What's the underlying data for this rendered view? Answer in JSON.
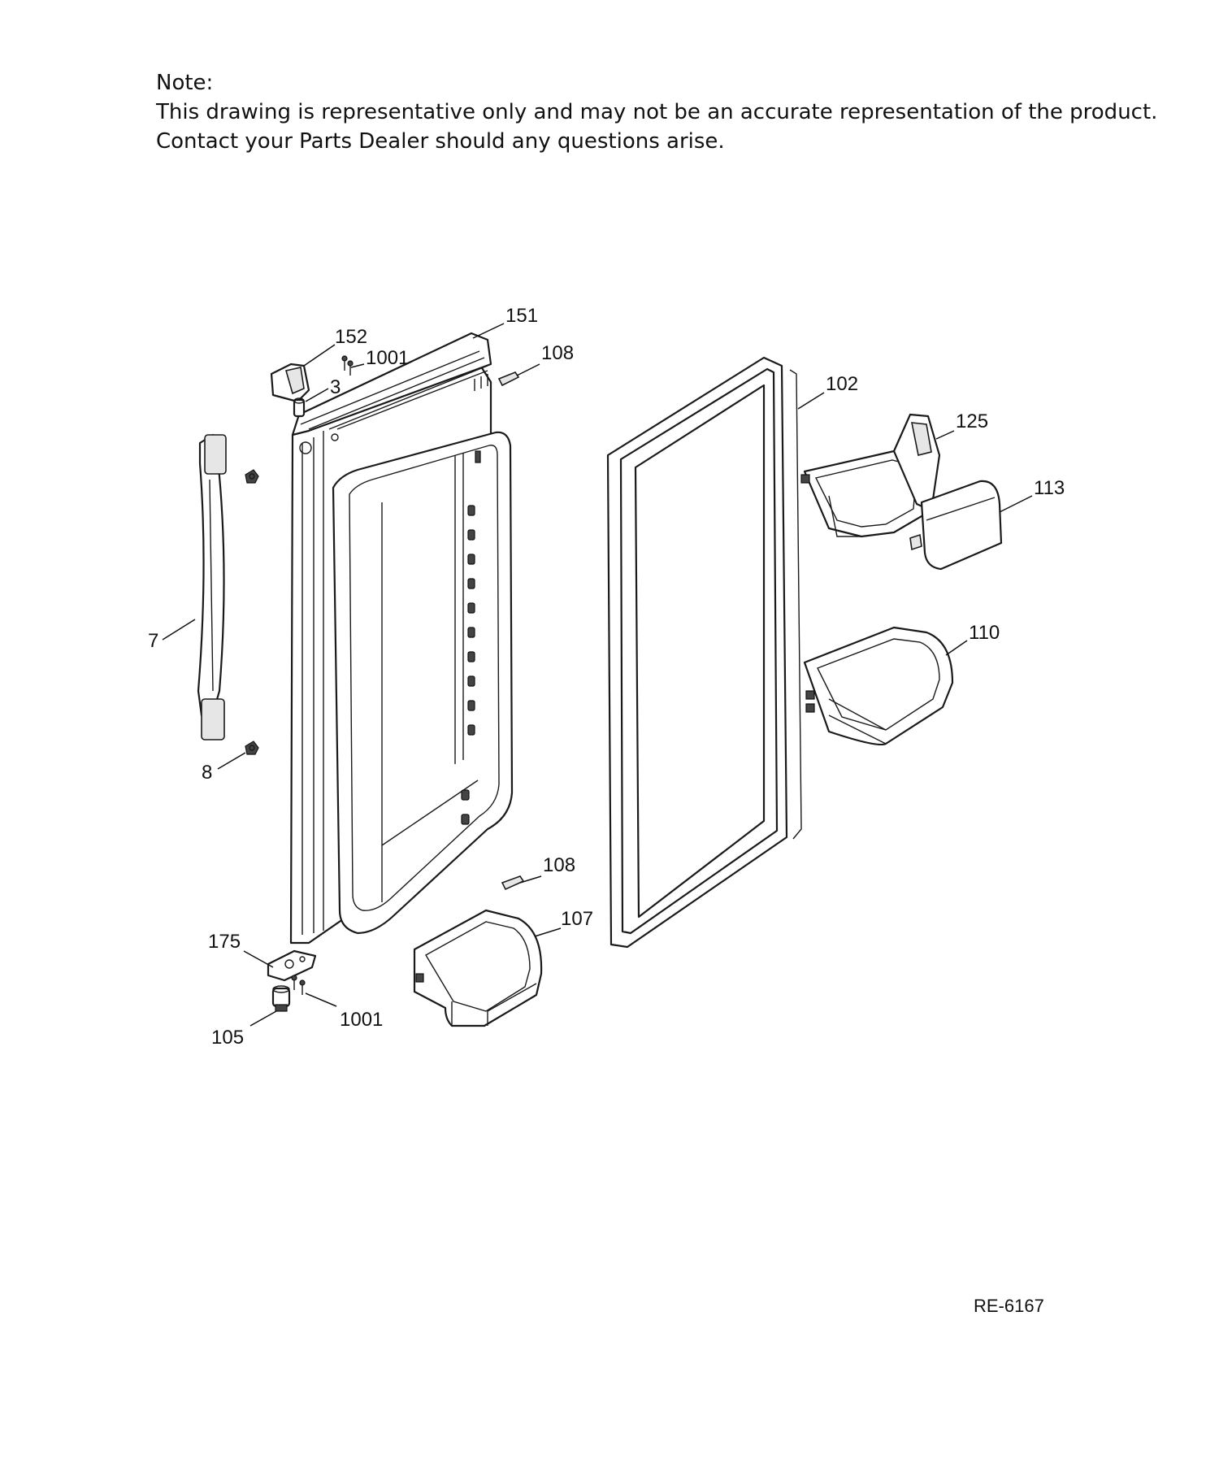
{
  "note": {
    "heading": "Note:",
    "line1": "This drawing is representative only and may not be an accurate representation of the product.",
    "line2": "Contact your Parts Dealer should any questions arise."
  },
  "callouts": {
    "c151": "151",
    "c152": "152",
    "c1001_top": "1001",
    "c108_top": "108",
    "c3": "3",
    "c102": "102",
    "c125": "125",
    "c113": "113",
    "c7": "7",
    "c110": "110",
    "c8": "8",
    "c108_bottom": "108",
    "c107": "107",
    "c175": "175",
    "c1001_bottom": "1001",
    "c105": "105"
  },
  "reference_code": "RE-6167"
}
